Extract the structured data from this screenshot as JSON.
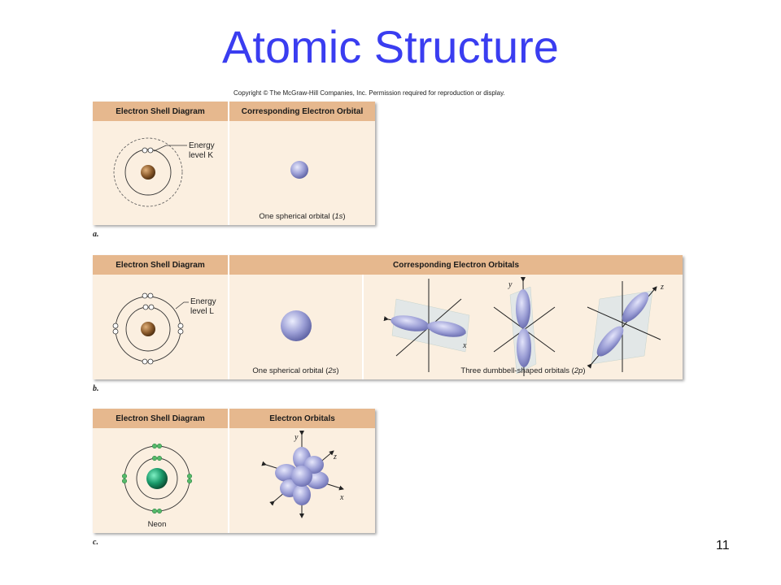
{
  "title": "Atomic Structure",
  "copyright": "Copyright © The McGraw-Hill Companies, Inc. Permission required for reproduction or display.",
  "page_number": "11",
  "panels": {
    "a": {
      "label": "a.",
      "header_left": "Electron Shell Diagram",
      "header_right": "Corresponding Electron Orbital",
      "energy_label_line1": "Energy",
      "energy_label_line2": "level K",
      "orbital_caption_text": "One spherical orbital (",
      "orbital_caption_sub": "1s",
      "orbital_caption_end": ")"
    },
    "b": {
      "label": "b.",
      "header_left": "Electron Shell Diagram",
      "header_right": "Corresponding Electron Orbitals",
      "energy_label_line1": "Energy",
      "energy_label_line2": "level L",
      "sphere_caption_text": "One spherical orbital (",
      "sphere_caption_sub": "2s",
      "sphere_caption_end": ")",
      "dumbbell_caption_text": "Three dumbbell-shaped orbitals (",
      "dumbbell_caption_sub": "2p",
      "dumbbell_caption_end": ")",
      "axis_x": "x",
      "axis_y": "y",
      "axis_z": "z"
    },
    "c": {
      "label": "c.",
      "header_left": "Electron Shell Diagram",
      "header_right": "Electron Orbitals",
      "atom_name": "Neon",
      "axis_x": "x",
      "axis_y": "y",
      "axis_z": "z"
    }
  },
  "colors": {
    "title": "#3a3df0",
    "panel_bg": "#fbefe0",
    "header_bg": "#e6b88e",
    "nucleus_brown": "#8a5a2b",
    "nucleus_neon": "#1a9a6a",
    "electron_green": "#55b96a",
    "orbital_lavender": "#9c9fd6"
  }
}
